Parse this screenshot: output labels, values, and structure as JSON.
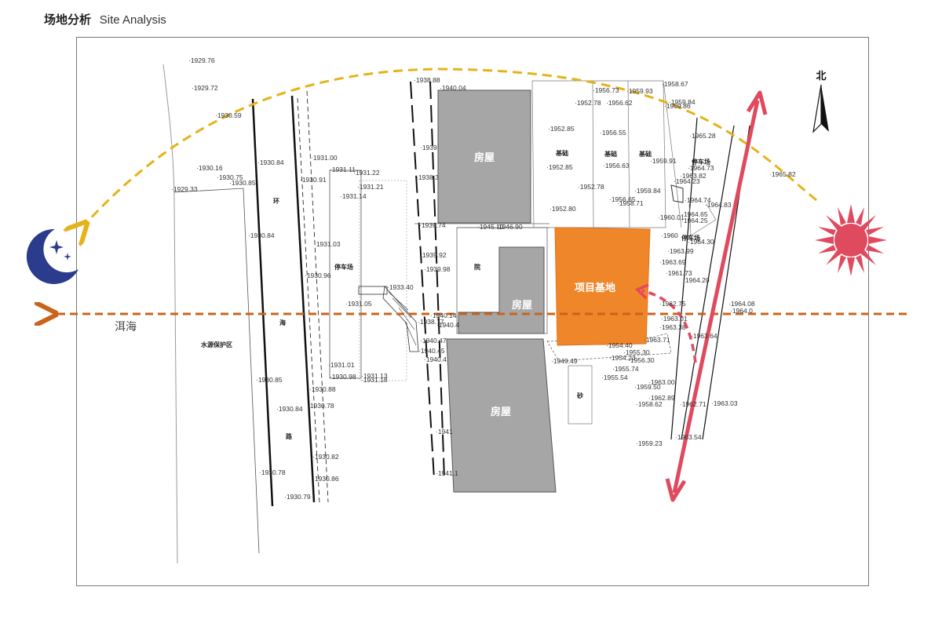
{
  "header": {
    "title_zh": "场地分析",
    "title_en": "Site Analysis"
  },
  "compass": {
    "label": "北"
  },
  "labels": {
    "building": "房屋",
    "project_site": "项目基地",
    "courtyard": "院",
    "lake": "洱海",
    "protection_zone": "水源保护区",
    "road_chars": [
      "环",
      "海",
      "路"
    ],
    "parking": "停车场",
    "foundation": "基础",
    "sand": "砂"
  },
  "elevations": [
    "1929.76",
    "1929.72",
    "1930.59",
    "1930.16",
    "1930.75",
    "1930.85",
    "1929.33",
    "1930.84",
    "1930.84",
    "1930.85",
    "1930.84",
    "1930.78",
    "1930.79",
    "1931.00",
    "1930.91",
    "1931.03",
    "1930.96",
    "1930.88",
    "1930.78",
    "1930.82",
    "1930.86",
    "1931.11",
    "1931.22",
    "1931.21",
    "1931.14",
    "1931.05",
    "1931.01",
    "1930.98",
    "1931.13",
    "1931.18",
    "1933.40",
    "1938.88",
    "1940.04",
    "1939",
    "1938.3",
    "1939.74",
    "1939.92",
    "1939.98",
    "1938.77",
    "1940.14",
    "1940.4",
    "1940.47",
    "1940.45",
    "1940.4",
    "1941",
    "1941.1",
    "1945.10",
    "1946.90",
    "1949.49",
    "1952.85",
    "1952.85",
    "1952.78",
    "1952.80",
    "1952.78",
    "1956.73",
    "1956.62",
    "1956.55",
    "1956.63",
    "1956.65",
    "1958.71",
    "1959.93",
    "1959.91",
    "1959.84",
    "1958.67",
    "1959.84",
    "1959.86",
    "1965.28",
    "1964.73",
    "1963.82",
    "1964.23",
    "1964.74",
    "1964.83",
    "1964.65",
    "1964.25",
    "1960.01",
    "1960",
    "1964.30",
    "1963.99",
    "1963.69",
    "1961.73",
    "1964.20",
    "1962.75",
    "1963.01",
    "1963.38",
    "1963.71",
    "1954.40",
    "1955.30",
    "1954.23",
    "1956.30",
    "1955.74",
    "1955.54",
    "1963.00",
    "1959.50",
    "1962.89",
    "1958.62",
    "1963.03",
    "1964.08",
    "1964.0",
    "1965.82",
    "1959.23",
    "1963.54",
    "1962.71",
    "1963.64"
  ]
}
